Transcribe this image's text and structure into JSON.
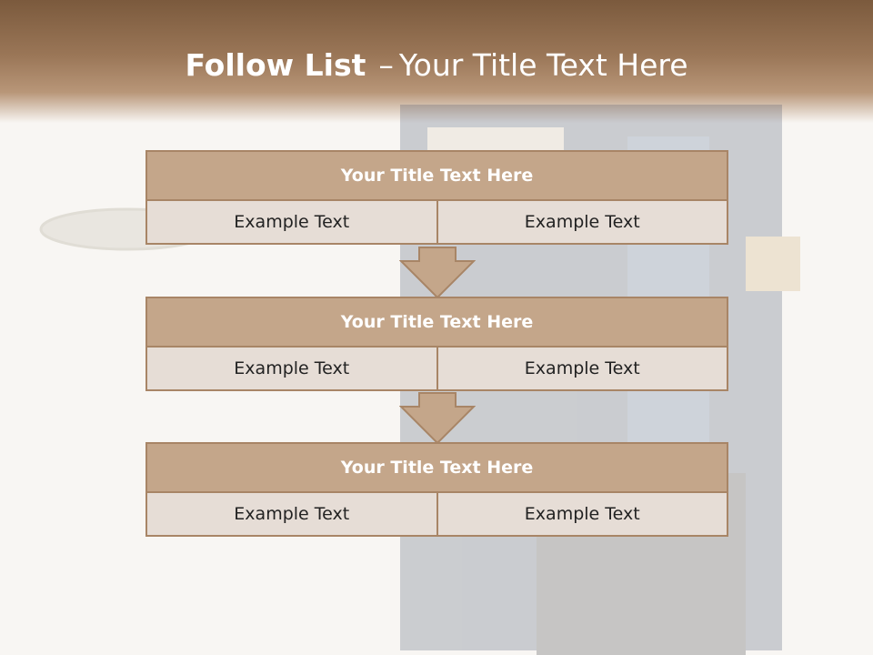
{
  "slide": {
    "title_bold": "Follow List",
    "title_dash": "–",
    "title_rest": "Your Title Text Here"
  },
  "steps": [
    {
      "title": "Your Title Text Here",
      "left": "Example Text",
      "right": "Example Text"
    },
    {
      "title": "Your Title Text Here",
      "left": "Example Text",
      "right": "Example Text"
    },
    {
      "title": "Your Title Text Here",
      "left": "Example Text",
      "right": "Example Text"
    }
  ],
  "colors": {
    "header": "#9a7657",
    "box_title": "#c4a68a",
    "box_cell": "#e6ddd6",
    "border": "#a88566",
    "arrow": "#c4a68a"
  }
}
